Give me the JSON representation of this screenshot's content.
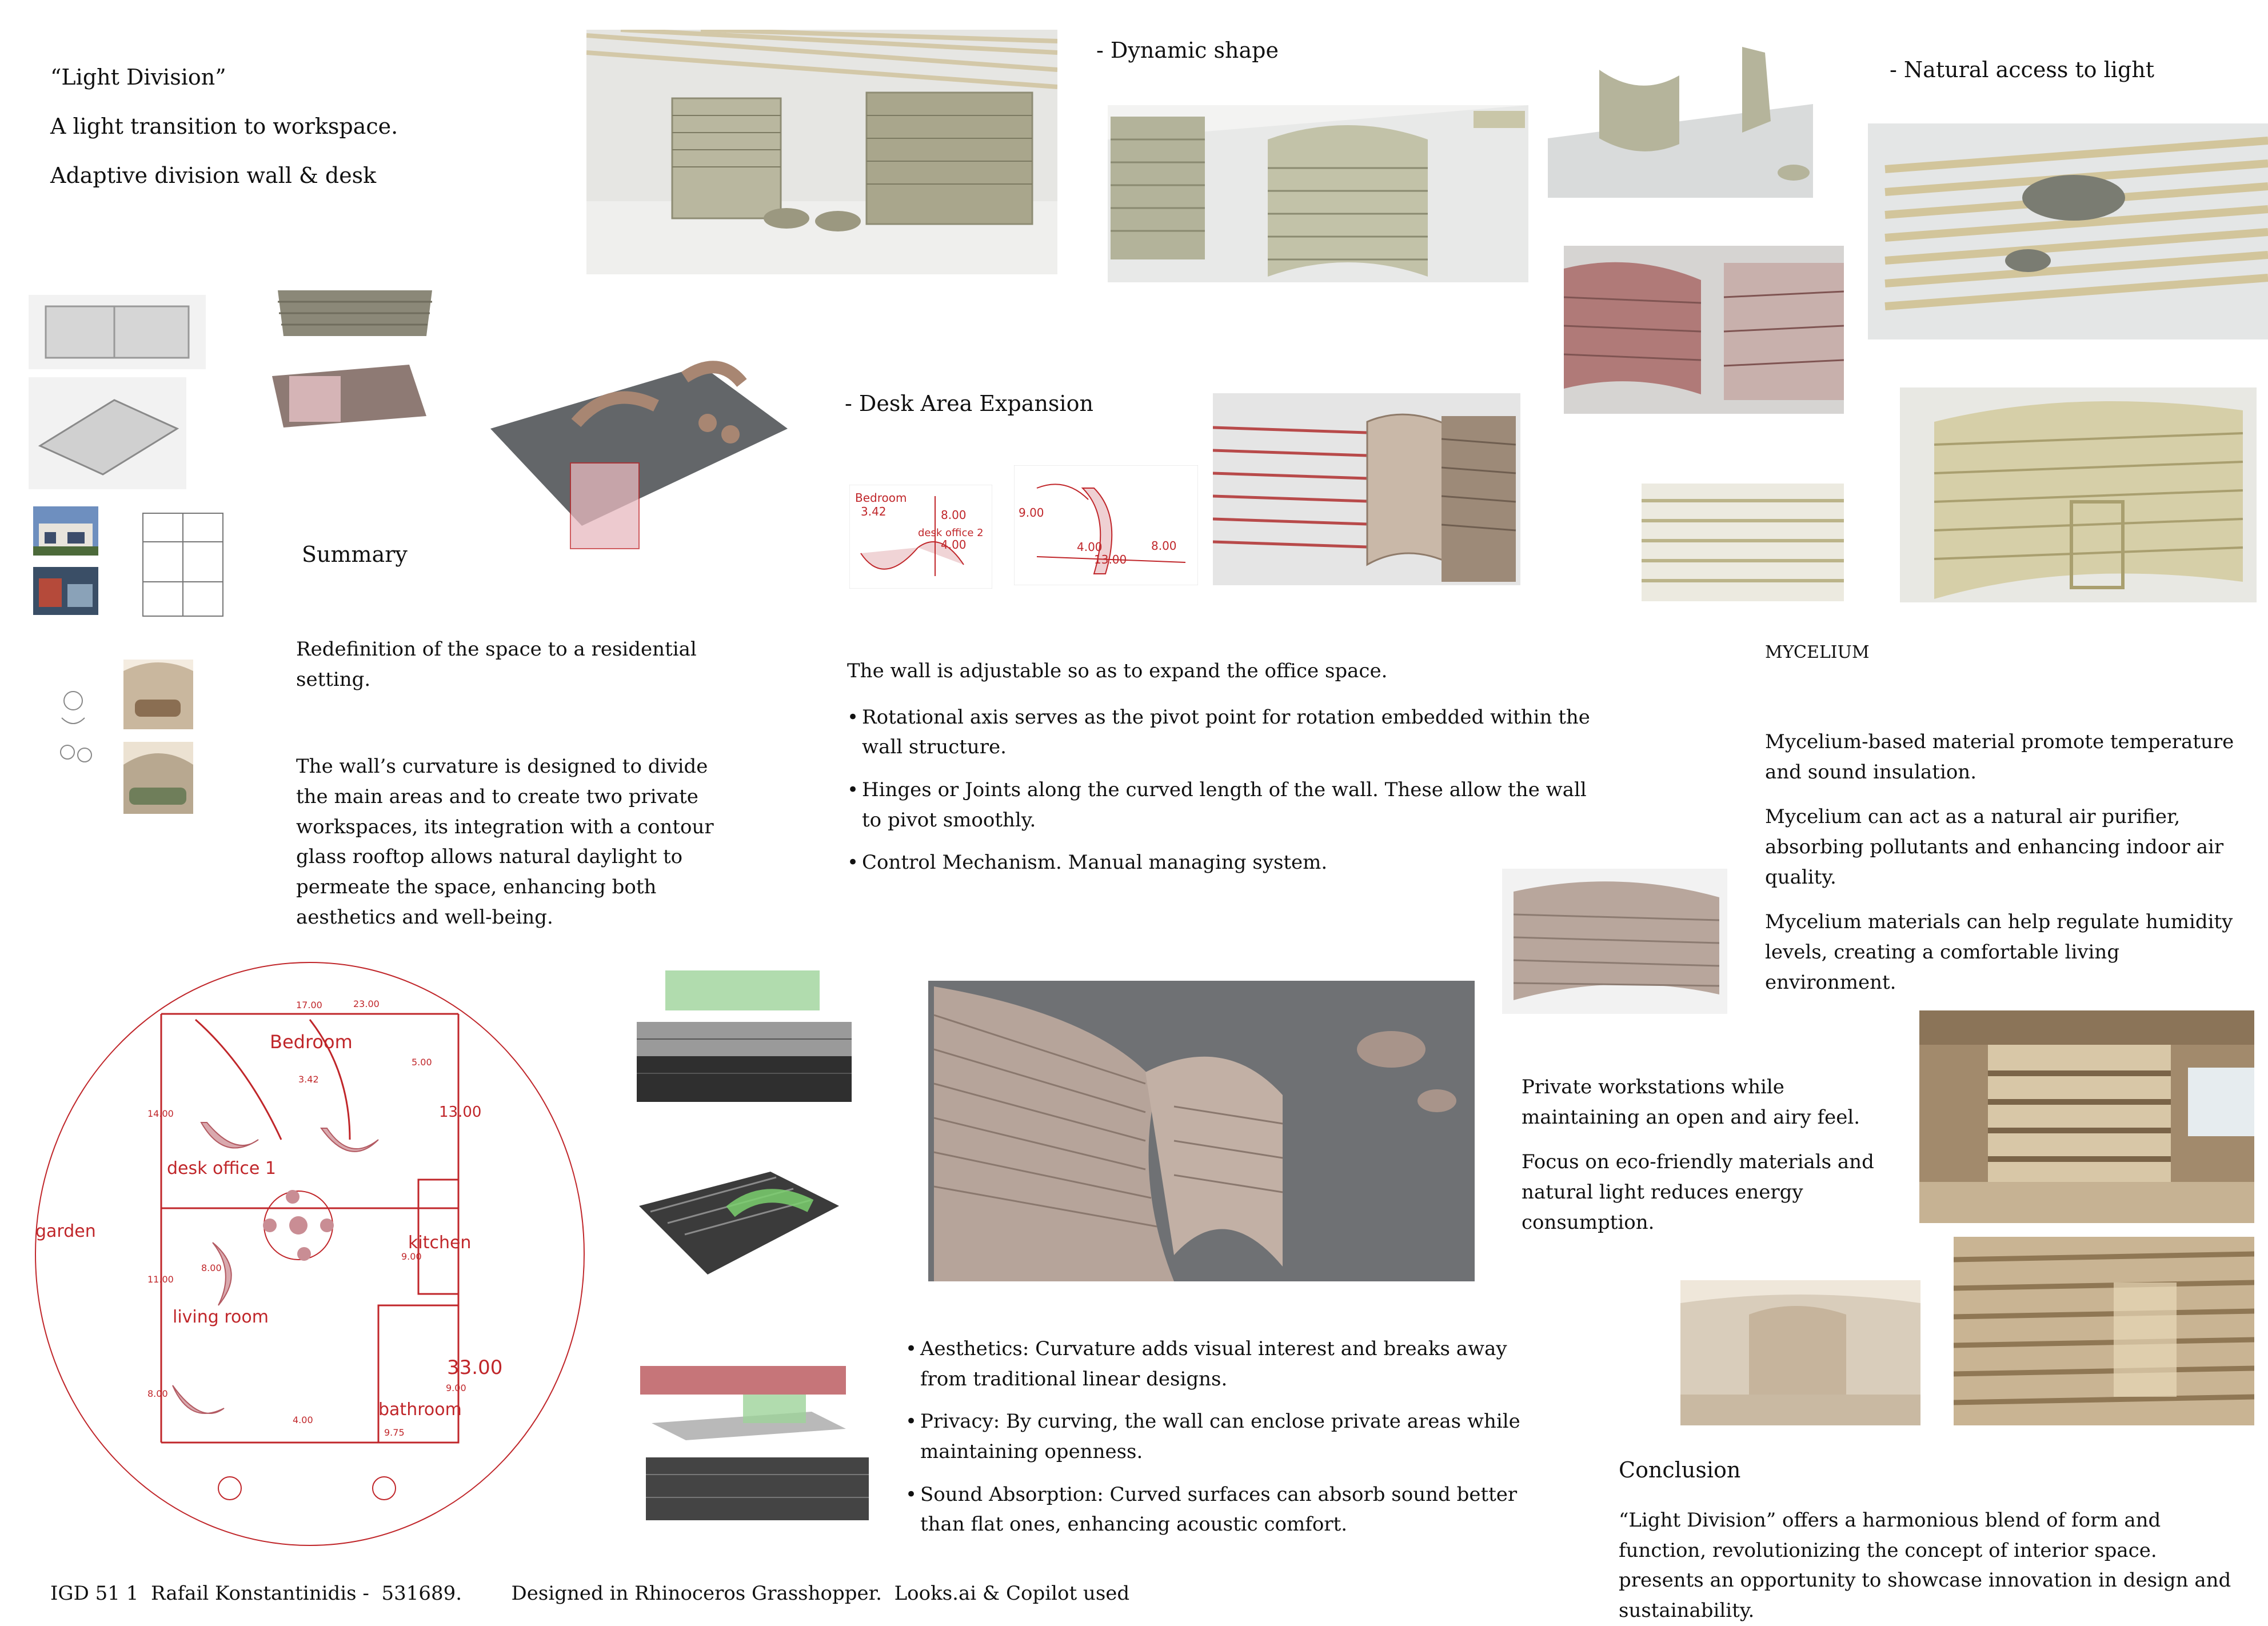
{
  "intro": {
    "line1": "“Light Division”",
    "line2": "A light transition to workspace.",
    "line3": "Adaptive division wall & desk"
  },
  "headings": {
    "dynamic_shape": "-  Dynamic shape",
    "natural_light": "-  Natural access to light",
    "desk_expansion": "-  Desk Area Expansion",
    "summary": "Summary",
    "mycelium": "MYCELIUM",
    "conclusion": "Conclusion"
  },
  "summary": {
    "p1": "Redefinition of the space to a residential setting.",
    "p2": "The wall’s curvature is designed to divide the main areas and to create two private workspaces, its integration with a contour glass rooftop allows natural daylight to permeate the space, enhancing both aesthetics and well-being."
  },
  "desk_expansion": {
    "intro": "The wall is adjustable so as to expand the office space.",
    "bullets": [
      "Rotational axis serves as the pivot point for rotation embedded within the wall structure.",
      "Hinges or Joints along the curved length of the wall. These allow the wall to pivot smoothly.",
      "Control Mechanism. Manual managing system."
    ],
    "detail1_labels": [
      "Bedroom",
      "3.42",
      "8.00",
      "4.00",
      "desk office 2"
    ],
    "detail2_labels": [
      "9.00",
      "4.00",
      "8.00",
      "13.00"
    ]
  },
  "mycelium": {
    "p1": "Mycelium-based material promote temperature and sound insulation.",
    "p2": "Mycelium can act as a natural air purifier, absorbing pollutants and enhancing indoor air quality.",
    "p3": " Mycelium materials can help regulate humidity levels, creating a comfortable living environment."
  },
  "workstations": {
    "p1": "Private workstations while maintaining an open and airy feel.",
    "p2": "Focus on eco-friendly materials and natural light reduces energy consumption."
  },
  "curvature_bullets": [
    "Aesthetics: Curvature adds visual interest and breaks away from traditional linear designs.",
    "Privacy: By curving, the wall can enclose private areas while maintaining openness.",
    "Sound Absorption: Curved surfaces can absorb sound better than flat ones, enhancing acoustic comfort."
  ],
  "conclusion": {
    "text": "“Light Division” offers a harmonious blend of form and function, revolutionizing the concept of interior space. presents an opportunity to showcase innovation in design and sustainability."
  },
  "footer": {
    "text": "IGD 51 1  Rafail Konstantinidis -  531689.        Designed in Rhinoceros Grasshopper.  Looks.ai & Copilot used"
  },
  "floor_plan": {
    "labels": {
      "bedroom": "Bedroom",
      "desk_office": "desk office 1",
      "garden": "garden",
      "kitchen": "kitchen",
      "living_room": "living room",
      "bathroom": "bathroom"
    },
    "dimensions": {
      "d1700": "17.00",
      "d2300": "23.00",
      "d342": "3.42",
      "d500": "5.00",
      "d1400": "14.00",
      "d1300": "13.00",
      "d1100": "11.00",
      "d800a": "8.00",
      "d900": "9.00",
      "d3300": "33.00",
      "d800b": "8.00",
      "d400": "4.00",
      "d975": "9.75",
      "d900b": "9.00"
    }
  }
}
